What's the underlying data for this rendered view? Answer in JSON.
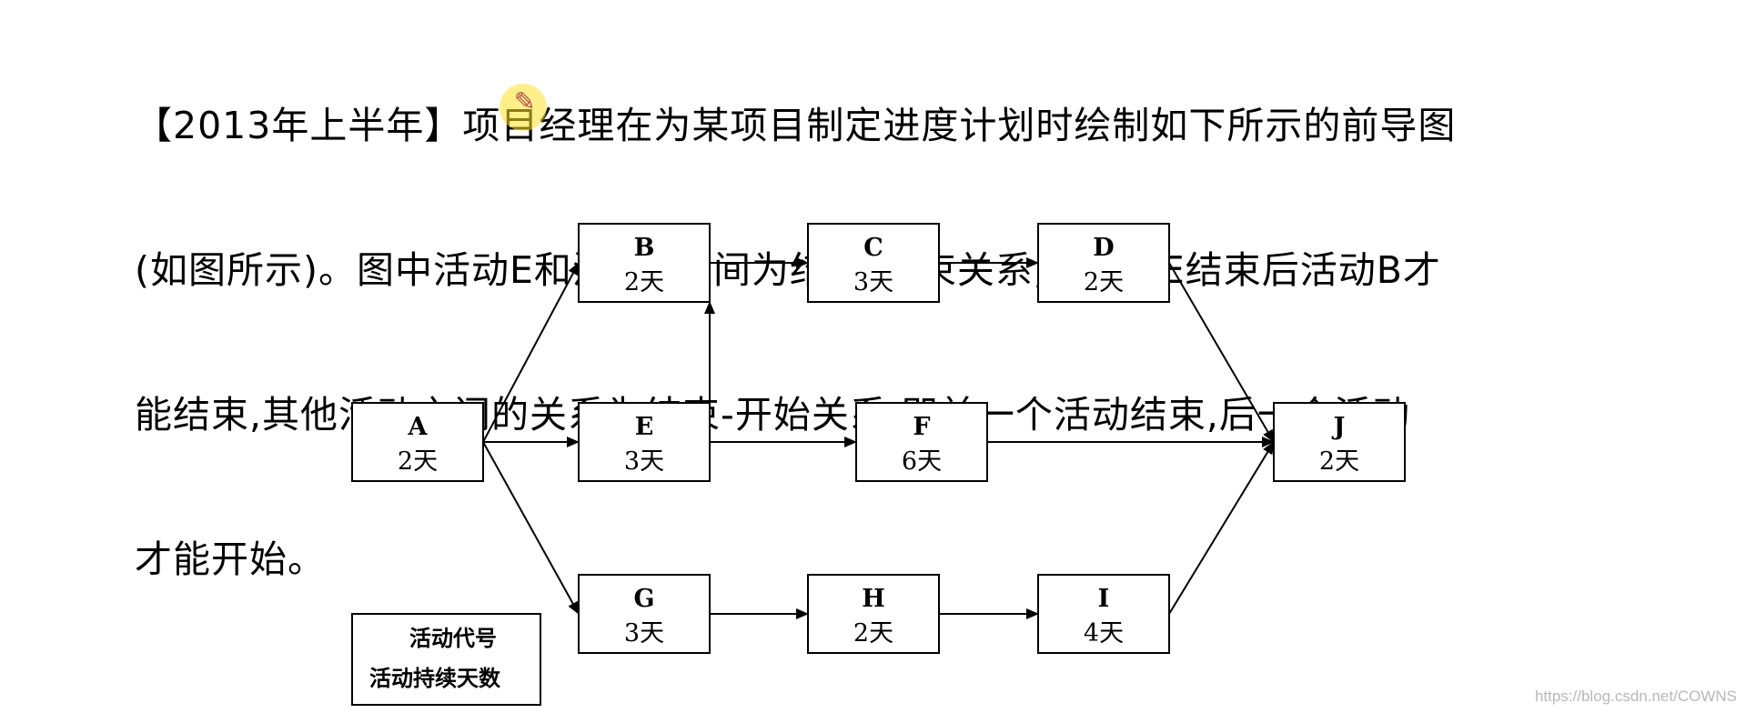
{
  "question": {
    "lines": [
      "【2013年上半年】项目经理在为某项目制定进度计划时绘制如下所示的前导图",
      "(如图所示)。图中活动E和活动B之间为结束-结束关系,即活动E结束后活动B才",
      "能结束,其他活动之间的关系为结束-开始关系,即前一个活动结束,后一个活动",
      "才能开始。"
    ]
  },
  "diagram": {
    "nodes": [
      {
        "id": "A",
        "label": "A",
        "duration": "2天"
      },
      {
        "id": "B",
        "label": "B",
        "duration": "2天"
      },
      {
        "id": "C",
        "label": "C",
        "duration": "3天"
      },
      {
        "id": "D",
        "label": "D",
        "duration": "2天"
      },
      {
        "id": "E",
        "label": "E",
        "duration": "3天"
      },
      {
        "id": "F",
        "label": "F",
        "duration": "6天"
      },
      {
        "id": "G",
        "label": "G",
        "duration": "3天"
      },
      {
        "id": "H",
        "label": "H",
        "duration": "2天"
      },
      {
        "id": "I",
        "label": "I",
        "duration": "4天"
      },
      {
        "id": "J",
        "label": "J",
        "duration": "2天"
      }
    ],
    "edges": [
      {
        "from": "A",
        "to": "B"
      },
      {
        "from": "A",
        "to": "E"
      },
      {
        "from": "A",
        "to": "G"
      },
      {
        "from": "B",
        "to": "C"
      },
      {
        "from": "C",
        "to": "D"
      },
      {
        "from": "E",
        "to": "B",
        "relation": "finish-finish"
      },
      {
        "from": "E",
        "to": "F"
      },
      {
        "from": "G",
        "to": "H"
      },
      {
        "from": "H",
        "to": "I"
      },
      {
        "from": "D",
        "to": "J"
      },
      {
        "from": "F",
        "to": "J"
      },
      {
        "from": "I",
        "to": "J"
      }
    ],
    "legend": {
      "line1": "活动代号",
      "line2": "活动持续天数"
    }
  },
  "watermark": "https://blog.csdn.net/COWNS"
}
